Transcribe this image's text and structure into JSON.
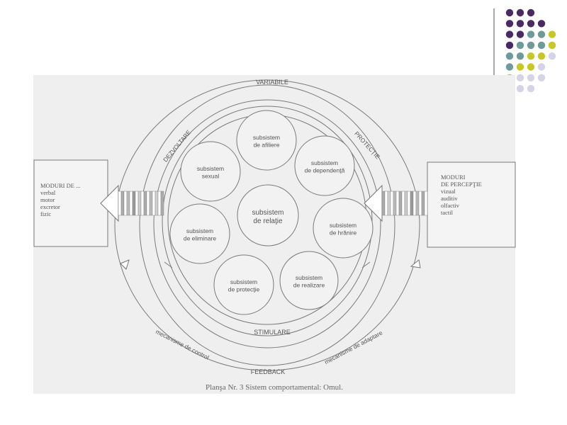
{
  "colors": {
    "purple": "#4a2a63",
    "teal": "#6e9a9a",
    "lime": "#c7c726",
    "lavender": "#d5d3e6",
    "panel": "#efefef",
    "line": "#7a7a7a"
  },
  "decoration": {
    "dots": [
      [
        "purple",
        "purple",
        "purple",
        null,
        null
      ],
      [
        "purple",
        "purple",
        "purple",
        "purple",
        null
      ],
      [
        "purple",
        "purple",
        "teal",
        "teal",
        "lime"
      ],
      [
        "purple",
        "teal",
        "teal",
        "teal",
        "lime"
      ],
      [
        "teal",
        "teal",
        "lime",
        "lime",
        "lavender"
      ],
      [
        "teal",
        "lime",
        "lime",
        "lavender",
        null
      ],
      [
        "lime",
        "lavender",
        "lavender",
        "lavender",
        null
      ],
      [
        "lavender",
        "lavender",
        "lavender",
        null,
        null
      ]
    ]
  },
  "diagram": {
    "ring_labels": {
      "top": "VARIABILE",
      "bottom": "STIMULARE",
      "feedback": "FEEDBACK",
      "left_diag": "DEZVOLTARE",
      "right_diag": "PROTECȚIE",
      "bottom_left_arc": "mecanisme de control",
      "bottom_right_arc": "mecanisme de adaptare"
    },
    "center": {
      "line1": "subsistem",
      "line2": "de relaţie"
    },
    "subsystems": [
      {
        "line1": "subsistem",
        "line2": "de afiliere"
      },
      {
        "line1": "subsistem",
        "line2": "de dependenţă"
      },
      {
        "line1": "subsistem",
        "line2": "de hrănire"
      },
      {
        "line1": "subsistem",
        "line2": "de realizare"
      },
      {
        "line1": "subsistem",
        "line2": "de protecţie"
      },
      {
        "line1": "subsistem",
        "line2": "de eliminare"
      },
      {
        "line1": "subsistem",
        "line2": "sexual"
      }
    ],
    "left_box": {
      "title": "MODURI DE ...",
      "items": [
        "verbal",
        "motor",
        "excretor",
        "fizic"
      ]
    },
    "right_box": {
      "title": "MODURI",
      "subtitle": "DE PERCEPŢIE",
      "items": [
        "vizual",
        "auditiv",
        "olfactiv",
        "tactil"
      ]
    },
    "caption": "Planşa Nr. 3 Sistem comportamental: Omul."
  }
}
